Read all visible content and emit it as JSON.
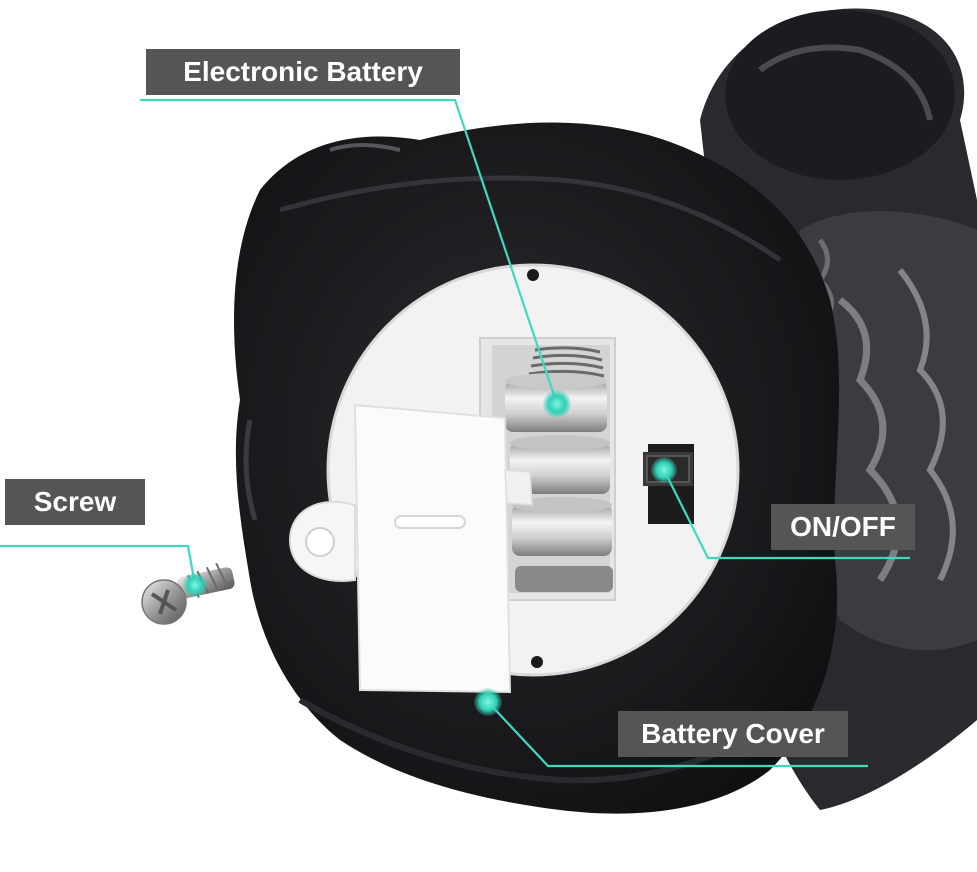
{
  "callouts": {
    "electronic_battery": "Electronic Battery",
    "screw": "Screw",
    "on_off": "ON/OFF",
    "battery_cover": "Battery Cover"
  },
  "colors": {
    "accent_line": "#3fd8c0",
    "label_bg": "#555555",
    "label_text": "#ffffff",
    "candle_body": "#1e1e22"
  }
}
